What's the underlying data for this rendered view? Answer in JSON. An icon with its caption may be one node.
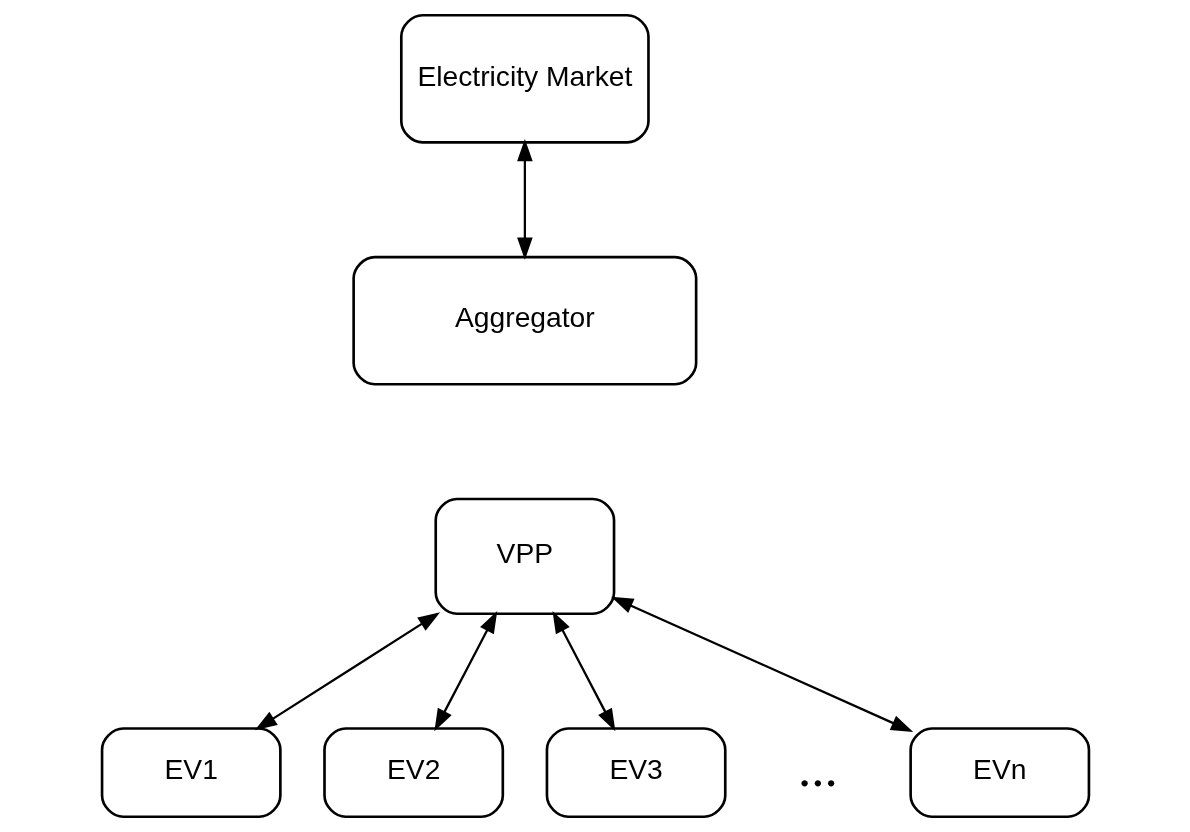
{
  "diagram": {
    "nodes": [
      {
        "text": [
          "Electricity Market"
        ]
      },
      {
        "text": [
          "Aggregator"
        ]
      },
      {
        "text": [
          "VPP"
        ]
      },
      {
        "text": [
          "EV1"
        ]
      },
      {
        "text": [
          "EV2"
        ]
      },
      {
        "text": [
          "EV3"
        ]
      },
      {
        "text": [
          "EVn"
        ]
      }
    ],
    "edges": [
      {
        "from": 0,
        "to": 1,
        "arrow": "both"
      },
      {
        "from": 2,
        "to": 3,
        "arrow": "both"
      },
      {
        "from": 2,
        "to": 4,
        "arrow": "both"
      },
      {
        "from": 2,
        "to": 5,
        "arrow": "both"
      },
      {
        "from": 2,
        "to": 6,
        "arrow": "both"
      }
    ],
    "labels": [
      "..."
    ]
  }
}
